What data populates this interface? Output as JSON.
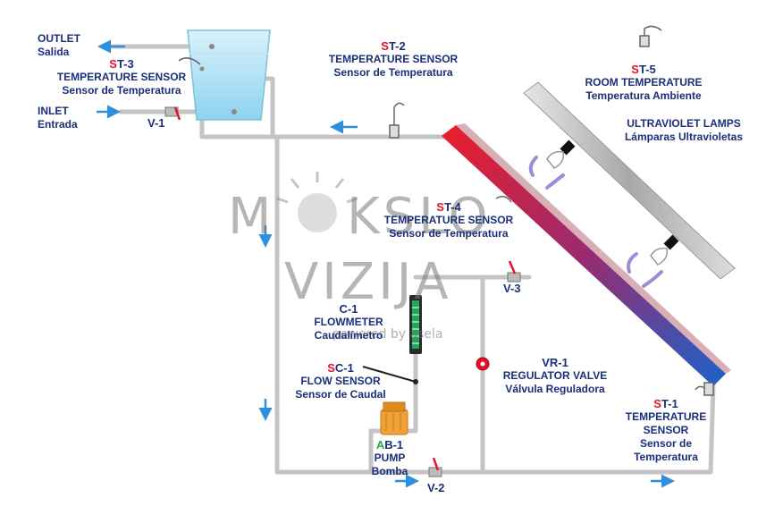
{
  "labels": {
    "outlet": {
      "title": "OUTLET",
      "sub": "Salida"
    },
    "inlet": {
      "title": "INLET",
      "sub": "Entrada"
    },
    "v1": {
      "code": "V-1"
    },
    "v2": {
      "code": "V-2"
    },
    "v3": {
      "code": "V-3"
    },
    "st3": {
      "prefix": "S",
      "code": "T-3",
      "title": "TEMPERATURE SENSOR",
      "sub": "Sensor de Temperatura"
    },
    "st2": {
      "prefix": "S",
      "code": "T-2",
      "title": "TEMPERATURE SENSOR",
      "sub": "Sensor de Temperatura"
    },
    "st5": {
      "prefix": "S",
      "code": "T-5",
      "title": "ROOM TEMPERATURE",
      "sub": "Temperatura Ambiente"
    },
    "uv": {
      "title": "ULTRAVIOLET LAMPS",
      "sub": "Lámparas Ultravioletas"
    },
    "st4": {
      "prefix": "S",
      "code": "T-4",
      "title": "TEMPERATURE SENSOR",
      "sub": "Sensor de Temperatura"
    },
    "c1": {
      "code": "C-1",
      "title": "FLOWMETER",
      "sub": "Caudalímetro"
    },
    "sc1": {
      "prefix": "S",
      "code": "C-1",
      "title": "FLOW SENSOR",
      "sub": "Sensor de Caudal"
    },
    "vr1": {
      "code": "VR-1",
      "title": "REGULATOR VALVE",
      "sub": "Válvula Reguladora"
    },
    "ab1": {
      "prefix": "A",
      "code": "B-1",
      "title": "PUMP",
      "sub": "Bomba"
    },
    "st1": {
      "prefix": "S",
      "code": "T-1",
      "line1": "TEMPERATURE",
      "line2": "SENSOR",
      "line3": "Sensor de",
      "line4": "Temperatura"
    }
  },
  "watermark": {
    "line1": "M",
    "line1b": "KSLO",
    "line2": "VIZIJA",
    "sub": "powered by asela"
  },
  "colors": {
    "label": "#1b2f7a",
    "prefix_red": "#e3122b",
    "prefix_green": "#2aa84a",
    "arrow": "#2e8fe0",
    "pipe": "#c9c9c9",
    "collector_hot": "#e8202a",
    "collector_cold": "#1a5fc8"
  }
}
